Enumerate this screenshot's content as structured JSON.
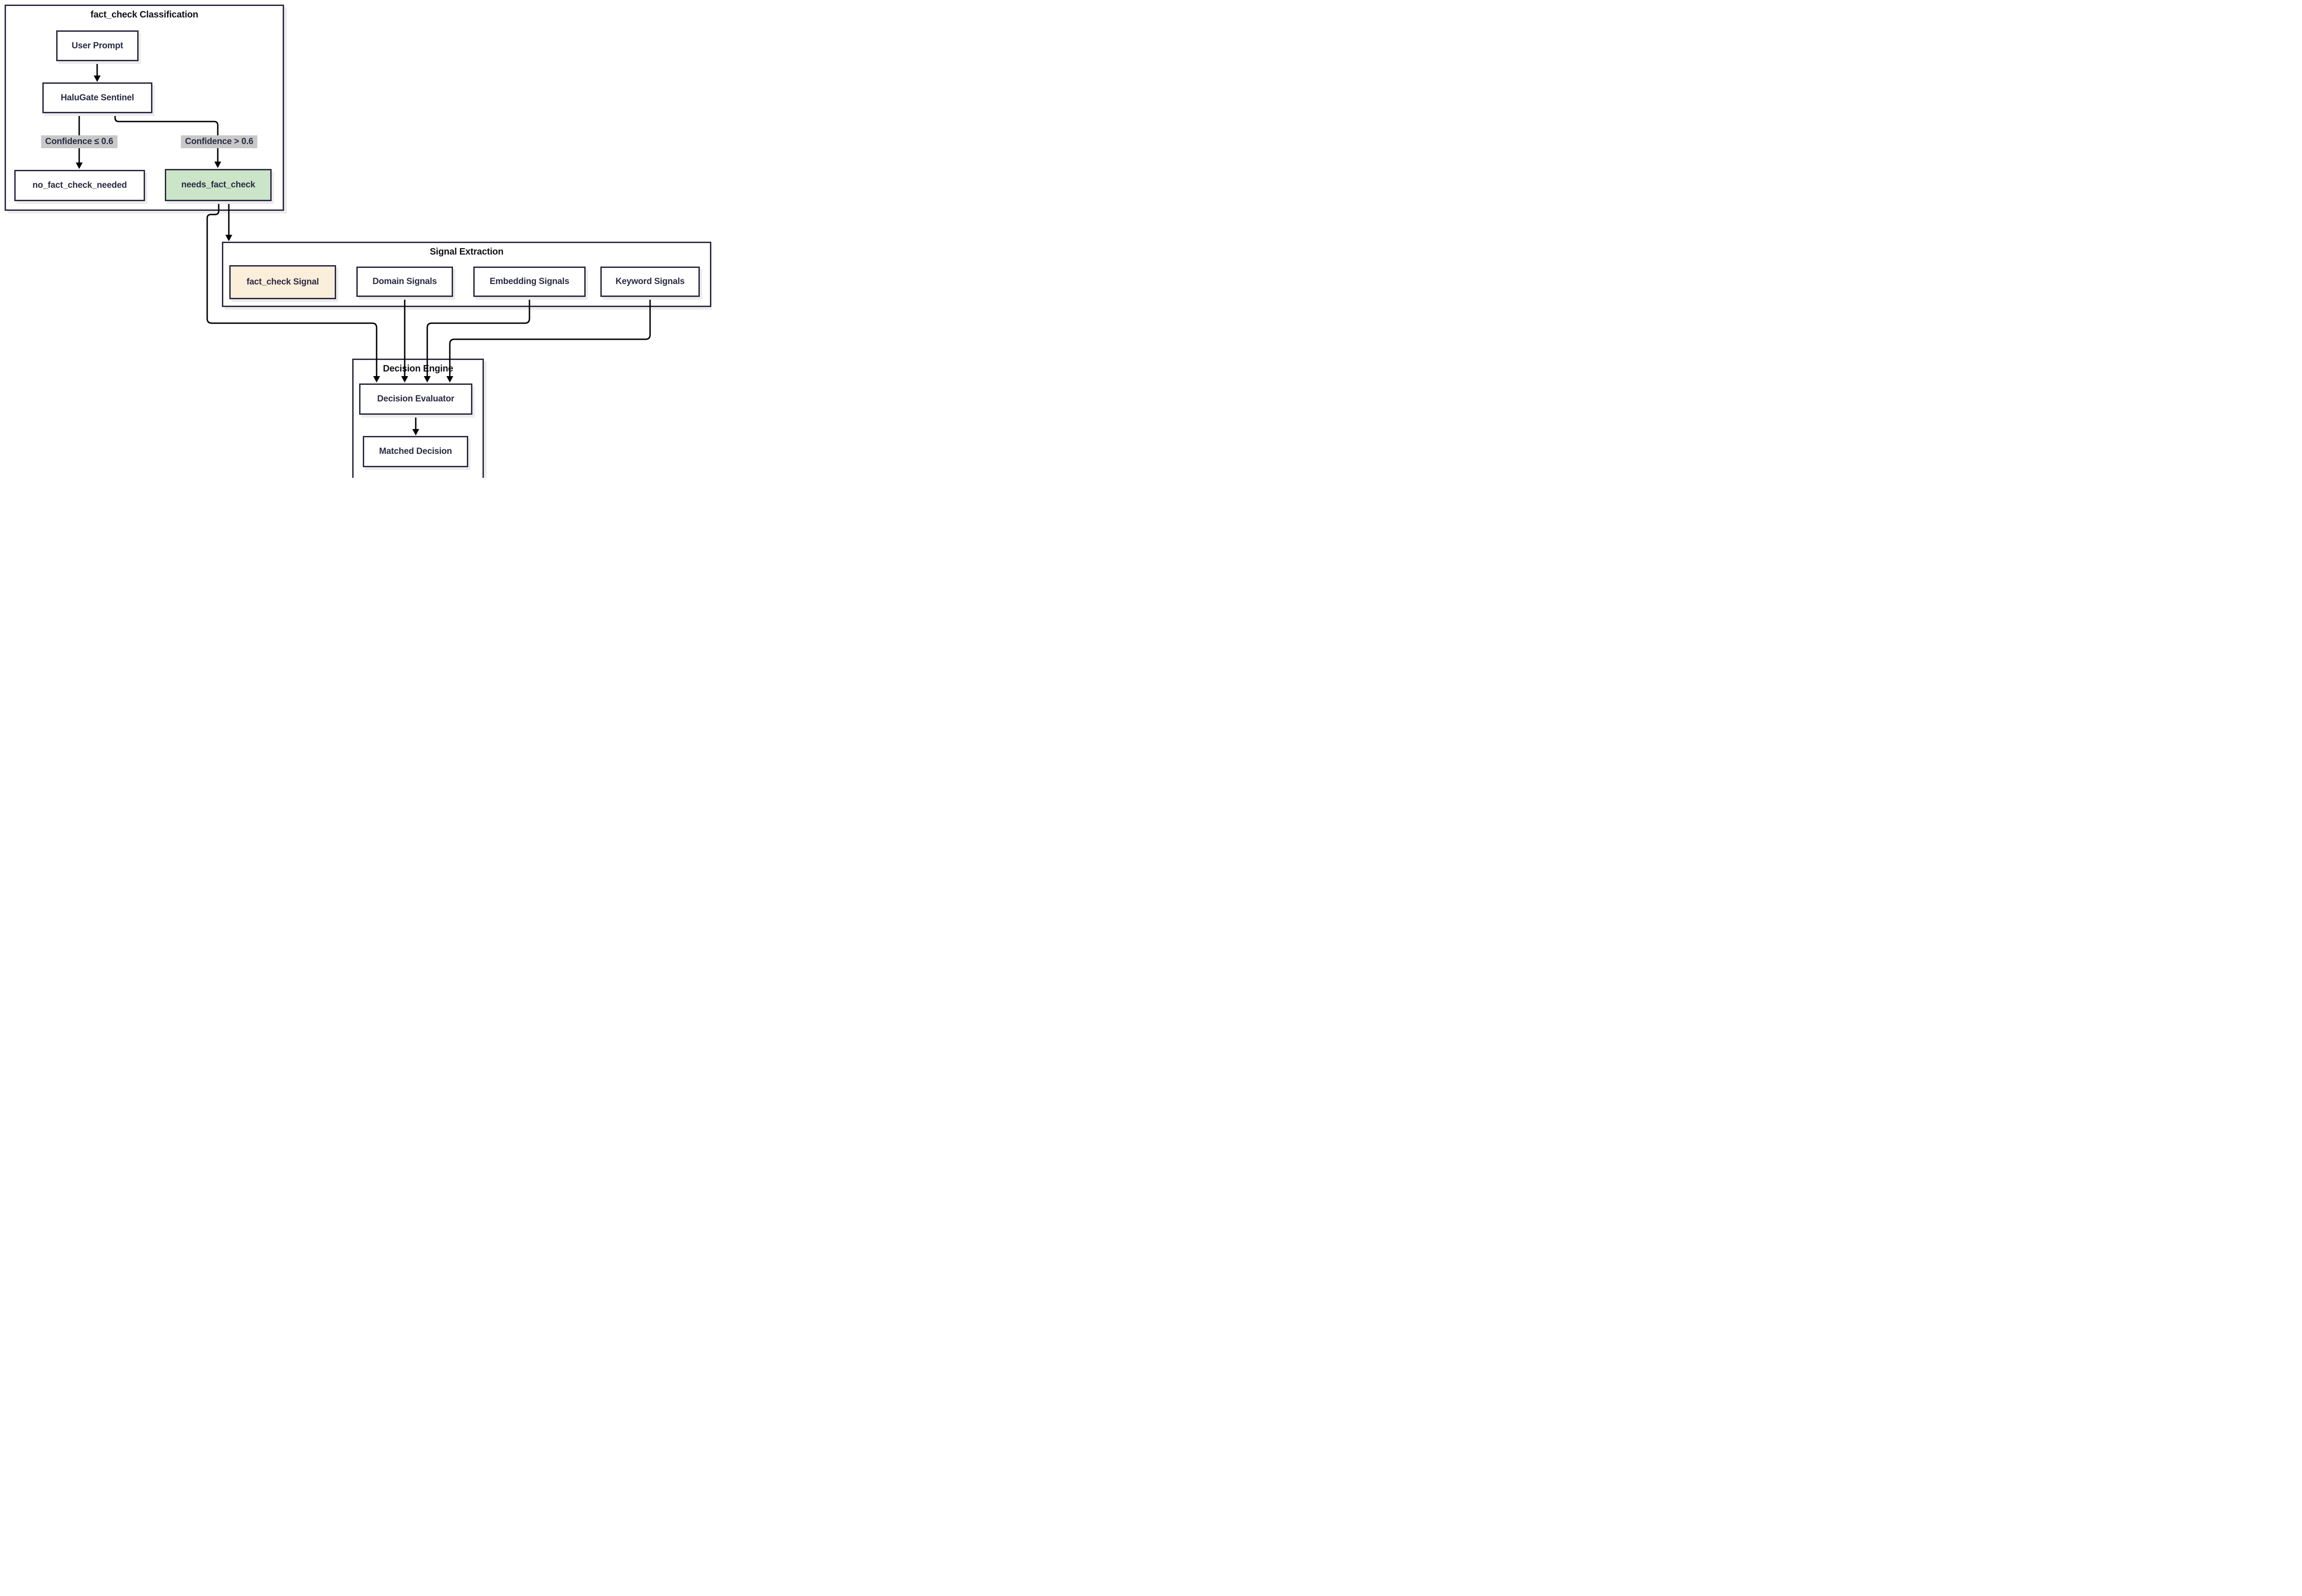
{
  "diagram": {
    "type": "flowchart",
    "background_color": "#ffffff",
    "colors": {
      "node_border": "#2b2b43",
      "node_text": "#2b2b43",
      "cluster_border": "#2b2b43",
      "cluster_title_text": "#111118",
      "edge_line": "#000000",
      "edge_label_background": "#c8c8c8",
      "highlight_green_fill": "#cbe5c8",
      "highlight_peach_fill": "#fbeeda",
      "shadow": "#ececec"
    },
    "clusters": [
      {
        "title": "fact_check Classification"
      },
      {
        "title": "Signal Extraction"
      },
      {
        "title": "Decision Engine"
      }
    ],
    "nodes": [
      {
        "id": "user-prompt",
        "label": "User Prompt",
        "cluster": "fact_check Classification",
        "fill": "#ffffff"
      },
      {
        "id": "halugate-sentinel",
        "label": "HaluGate Sentinel",
        "cluster": "fact_check Classification",
        "fill": "#ffffff"
      },
      {
        "id": "no-fact-check-needed",
        "label": "no_fact_check_needed",
        "cluster": "fact_check Classification",
        "fill": "#ffffff"
      },
      {
        "id": "needs-fact-check",
        "label": "needs_fact_check",
        "cluster": "fact_check Classification",
        "fill": "#cbe5c8"
      },
      {
        "id": "fact-check-signal",
        "label": "fact_check Signal",
        "cluster": "Signal Extraction",
        "fill": "#fbeeda"
      },
      {
        "id": "domain-signals",
        "label": "Domain Signals",
        "cluster": "Signal Extraction",
        "fill": "#ffffff"
      },
      {
        "id": "embedding-signals",
        "label": "Embedding Signals",
        "cluster": "Signal Extraction",
        "fill": "#ffffff"
      },
      {
        "id": "keyword-signals",
        "label": "Keyword Signals",
        "cluster": "Signal Extraction",
        "fill": "#ffffff"
      },
      {
        "id": "decision-evaluator",
        "label": "Decision Evaluator",
        "cluster": "Decision Engine",
        "fill": "#ffffff"
      },
      {
        "id": "matched-decision",
        "label": "Matched Decision",
        "cluster": "Decision Engine",
        "fill": "#ffffff"
      }
    ],
    "edges": [
      {
        "from": "User Prompt",
        "to": "HaluGate Sentinel",
        "label": ""
      },
      {
        "from": "HaluGate Sentinel",
        "to": "no_fact_check_needed",
        "label": "Confidence ≤ 0.6"
      },
      {
        "from": "HaluGate Sentinel",
        "to": "needs_fact_check",
        "label": "Confidence > 0.6"
      },
      {
        "from": "needs_fact_check",
        "to": "Signal Extraction",
        "label": ""
      },
      {
        "from": "needs_fact_check",
        "to": "Decision Evaluator",
        "label": ""
      },
      {
        "from": "Domain Signals",
        "to": "Decision Evaluator",
        "label": ""
      },
      {
        "from": "Embedding Signals",
        "to": "Decision Evaluator",
        "label": ""
      },
      {
        "from": "Keyword Signals",
        "to": "Decision Evaluator",
        "label": ""
      },
      {
        "from": "Decision Evaluator",
        "to": "Matched Decision",
        "label": ""
      }
    ]
  }
}
